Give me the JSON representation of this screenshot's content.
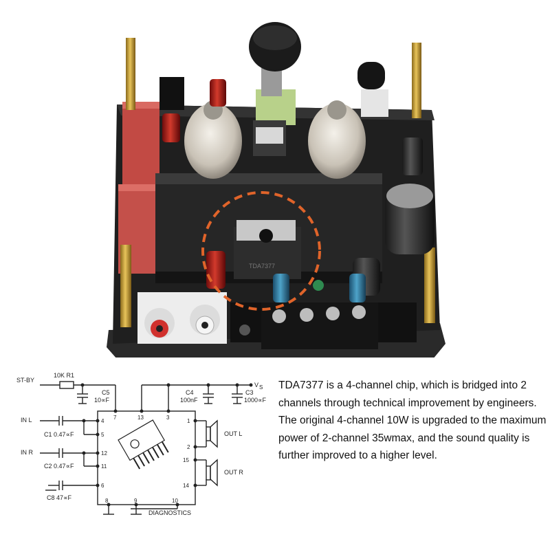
{
  "description": {
    "lines": [
      "TDA7377 is a 4-channel chip, which is bridged into 2",
      "channels through technical improvement by engineers.",
      "The original 4-channel 10W is upgraded to the maximum",
      "power of 2-channel 35wmax, and the sound quality is",
      "further improved to a higher level."
    ]
  },
  "schematic": {
    "st_by": "ST-BY",
    "r1": "10K R1",
    "c5": "C5",
    "c5_val": "10∝F",
    "vs": "V",
    "vs_sub": "S",
    "c4": "C4",
    "c4_val": "100nF",
    "c3": "C3",
    "c3_val": "1000∝F",
    "in_l": "IN L",
    "in_r": "IN R",
    "c1": "C1 0.47∝F",
    "c2": "C2 0.47∝F",
    "c8": "C8 47∝F",
    "out_l": "OUT L",
    "out_r": "OUT R",
    "diagnostics": "DIAGNOSTICS",
    "pins": {
      "p7": "7",
      "p13": "13",
      "p3": "3",
      "p4": "4",
      "p5": "5",
      "p12": "12",
      "p11": "11",
      "p6": "6",
      "p8": "8",
      "p9": "9",
      "p10": "10",
      "p1": "1",
      "p2": "2",
      "p15": "15",
      "p14": "14"
    }
  },
  "photo": {
    "chip_label": "TDA7377",
    "highlight_color": "#e0642a"
  }
}
